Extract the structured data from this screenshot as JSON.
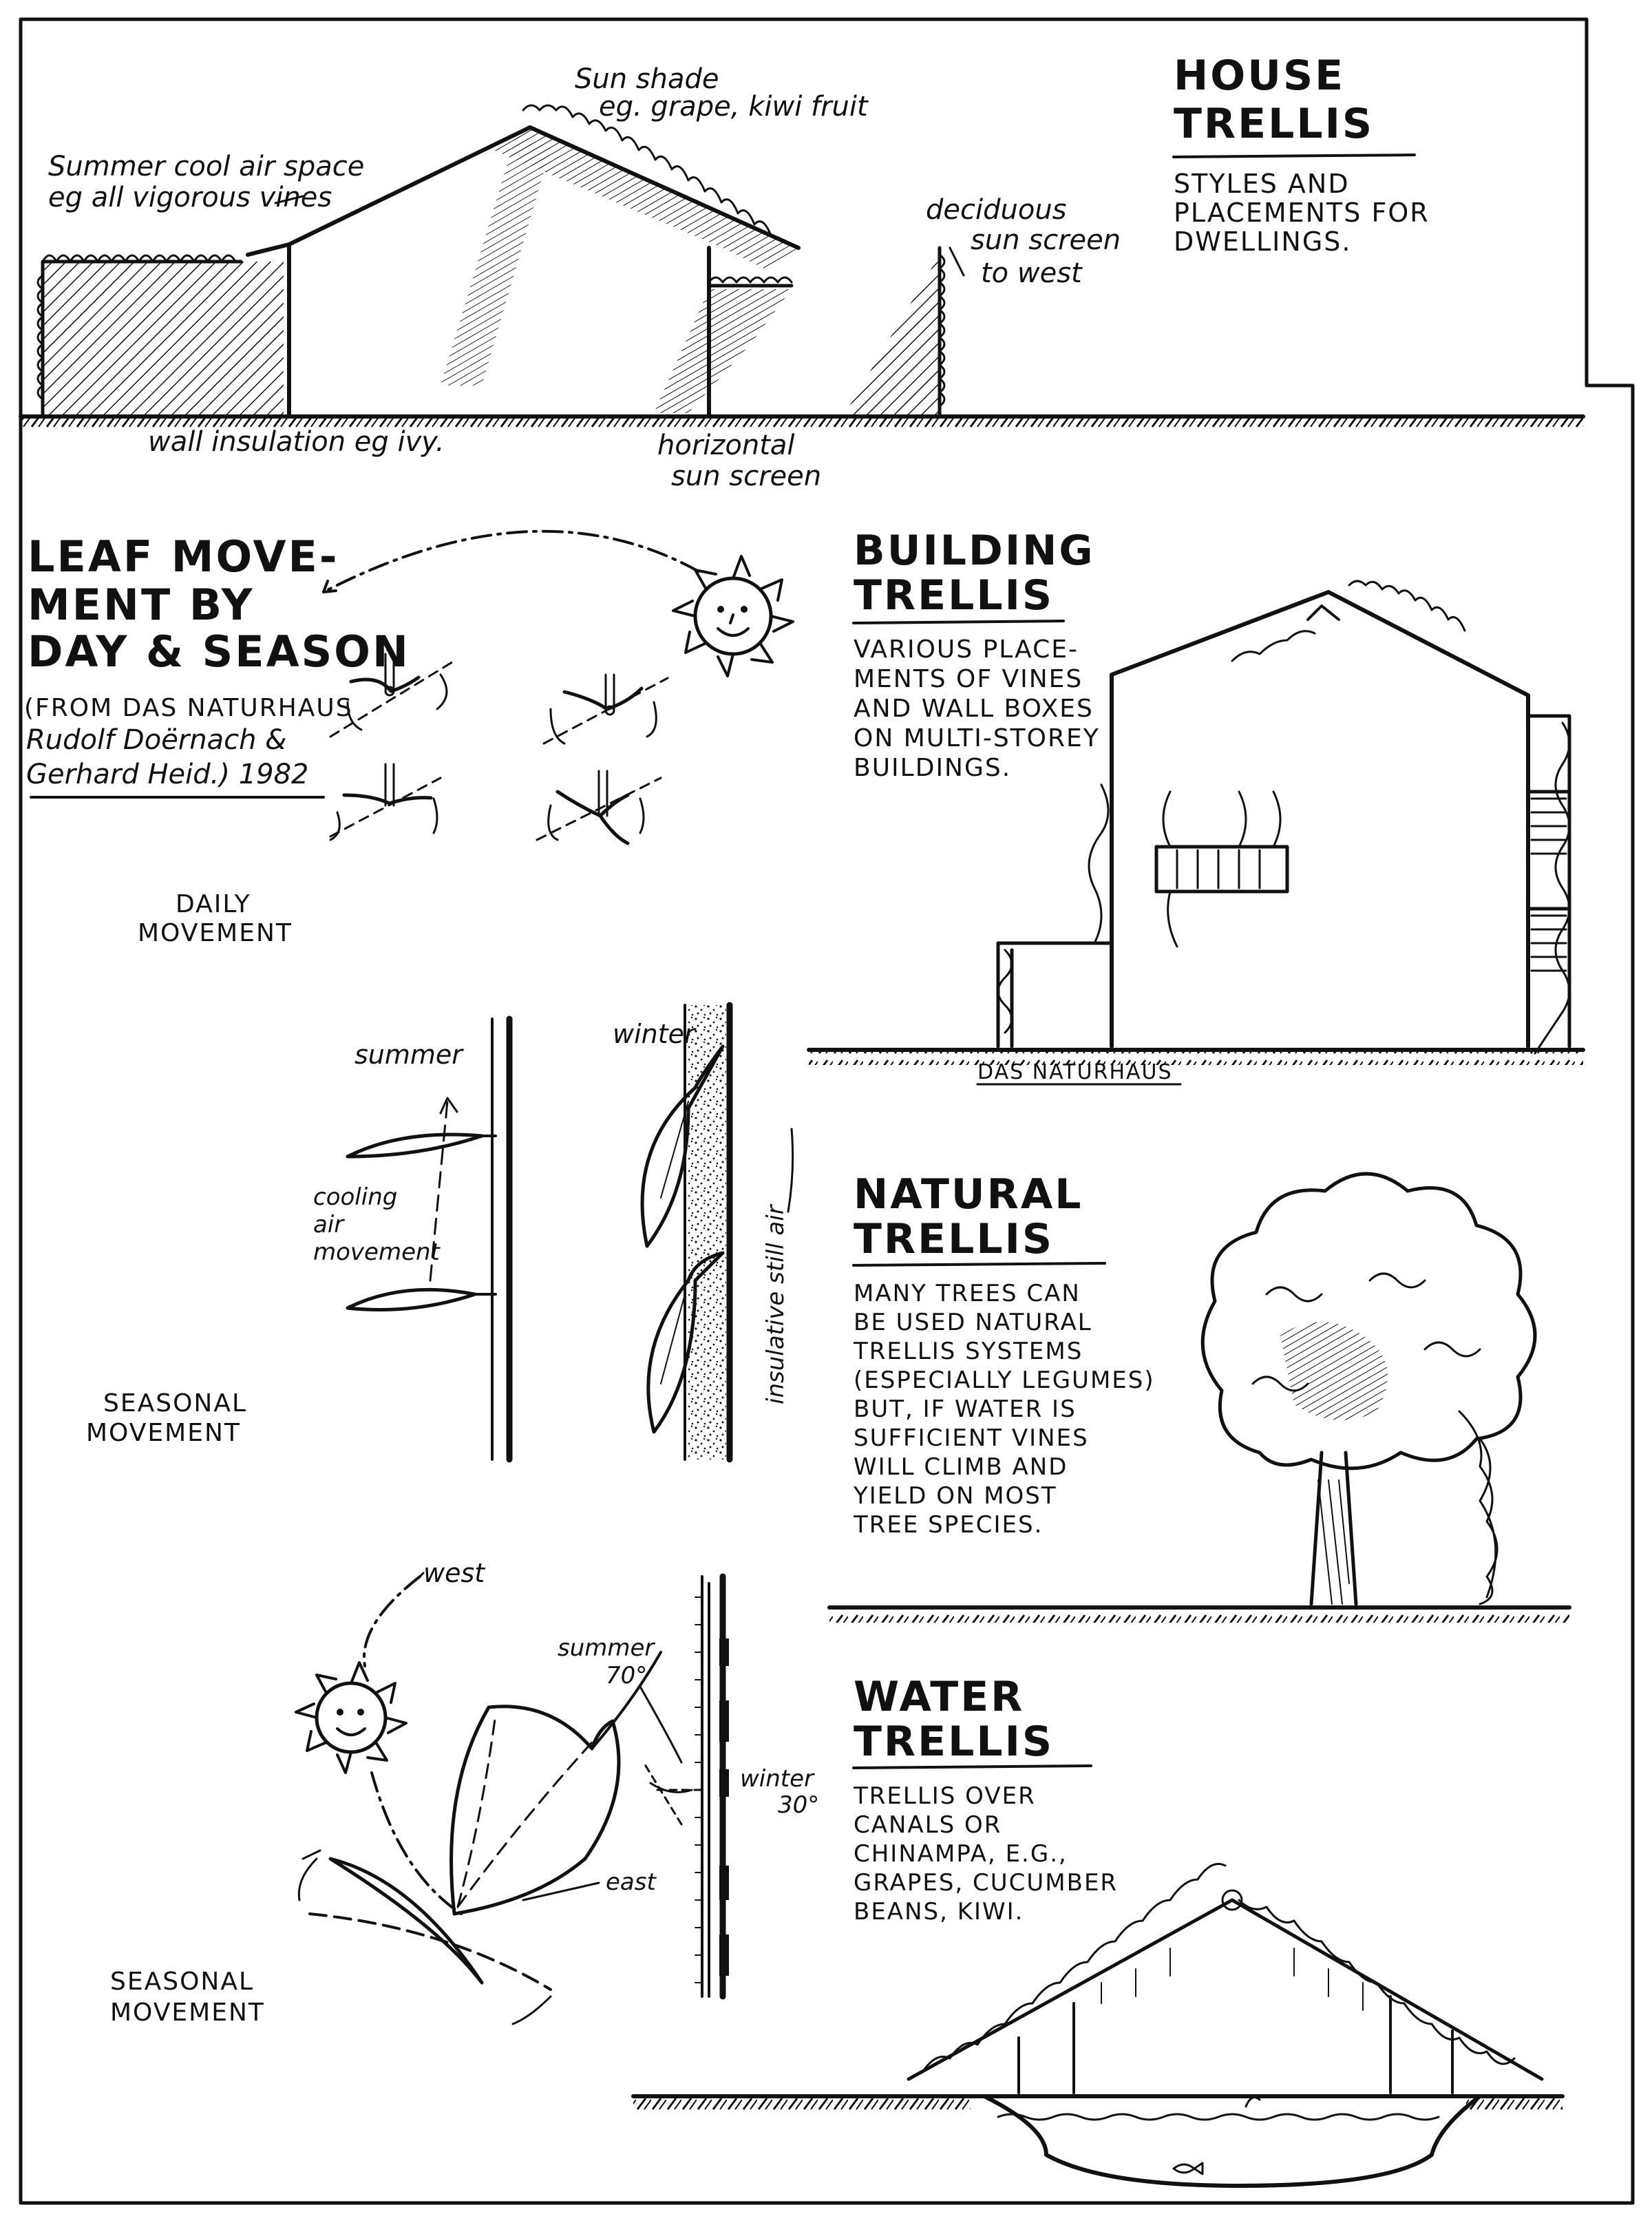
{
  "house_trellis": {
    "title_line1": "HOUSE",
    "title_line2": "TRELLIS",
    "subtitle_line1": "STYLES AND",
    "subtitle_line2": "PLACEMENTS FOR",
    "subtitle_line3": "DWELLINGS.",
    "label_sun_shade_1": "Sun shade",
    "label_sun_shade_2": "eg. grape, kiwi fruit",
    "label_cool_air_1": "Summer cool air space",
    "label_cool_air_2": "eg all vigorous vines",
    "label_deciduous_1": "deciduous",
    "label_deciduous_2": "sun screen",
    "label_deciduous_3": "to west",
    "label_wall_insulation": "wall insulation eg ivy.",
    "label_horizontal_1": "horizontal",
    "label_horizontal_2": "sun screen"
  },
  "leaf_movement": {
    "title_line1": "LEAF MOVE-",
    "title_line2": "MENT BY",
    "title_line3": "DAY & SEASON",
    "source_line1": "(FROM DAS NATURHAUS",
    "source_line2": "Rudolf Doërnach &",
    "source_line3": "Gerhard Heid.) 1982",
    "daily_1": "DAILY",
    "daily_2": "MOVEMENT",
    "summer": "summer",
    "winter": "winter",
    "cooling_1": "cooling",
    "cooling_2": "air",
    "cooling_3": "movement",
    "insulative": "insulative still air",
    "seasonal_a1": "SEASONAL",
    "seasonal_a2": "MOVEMENT",
    "west": "west",
    "east": "east",
    "summer_angle_1": "summer",
    "summer_angle_2": "70°",
    "winter_angle_1": "winter",
    "winter_angle_2": "30°",
    "seasonal_b1": "SEASONAL",
    "seasonal_b2": "MOVEMENT"
  },
  "building_trellis": {
    "title_line1": "BUILDING",
    "title_line2": "TRELLIS",
    "desc_line1": "VARIOUS PLACE-",
    "desc_line2": "MENTS OF VINES",
    "desc_line3": "AND WALL BOXES",
    "desc_line4": "ON MULTI-STOREY",
    "desc_line5": "BUILDINGS.",
    "credit": "DAS NATURHAUS"
  },
  "natural_trellis": {
    "title_line1": "NATURAL",
    "title_line2": "TRELLIS",
    "desc_line1": "MANY TREES CAN",
    "desc_line2": "BE USED NATURAL",
    "desc_line3": "TRELLIS SYSTEMS",
    "desc_line4": "(ESPECIALLY LEGUMES)",
    "desc_line5": "BUT, IF WATER IS",
    "desc_line6": "SUFFICIENT VINES",
    "desc_line7": "WILL CLIMB AND",
    "desc_line8": "YIELD ON MOST",
    "desc_line9": "TREE SPECIES."
  },
  "water_trellis": {
    "title_line1": "WATER",
    "title_line2": "TRELLIS",
    "desc_line1": "TRELLIS OVER",
    "desc_line2": "CANALS OR",
    "desc_line3": "CHINAMPA, E.G.,",
    "desc_line4": "GRAPES, CUCUMBER",
    "desc_line5": "BEANS, KIWI."
  }
}
